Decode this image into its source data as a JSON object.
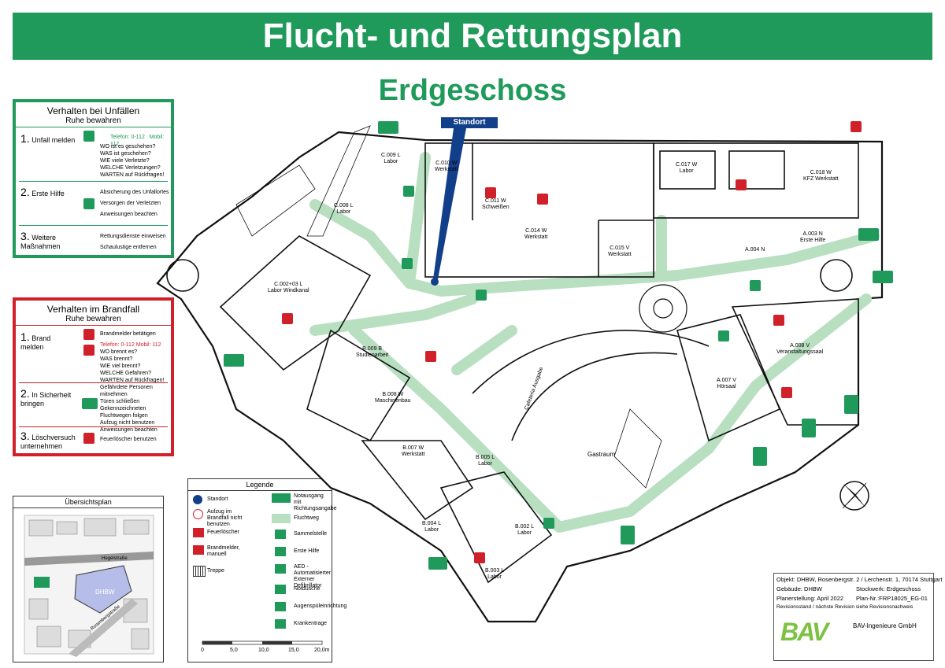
{
  "title": "Flucht- und Rettungsplan",
  "subtitle": "Erdgeschoss",
  "standort_label": "Standort",
  "unfaelle": {
    "title": "Verhalten bei Unfällen",
    "subtitle": "Ruhe bewahren",
    "step1_label": "Unfall melden",
    "step1_num": "1.",
    "phone_line": "Telefon: 0-112",
    "mobile_line": "Mobil: 112",
    "questions": [
      "WO ist es geschehen?",
      "WAS ist geschehen?",
      "WIE viele Verletzte?",
      "WELCHE Verletzungen?",
      "WARTEN auf Rückfragen!"
    ],
    "step2_num": "2.",
    "step2_label": "Erste Hilfe",
    "step2_lines": [
      "Absicherung des Unfallortes",
      "Versorgen der Verletzten",
      "Anweisungen beachten"
    ],
    "step3_num": "3.",
    "step3_label": "Weitere Maßnahmen",
    "step3_lines": [
      "Rettungsdienste einweisen",
      "Schaulustige entfernen"
    ]
  },
  "brandfall": {
    "title": "Verhalten im Brandfall",
    "subtitle": "Ruhe bewahren",
    "step1_num": "1.",
    "step1_label": "Brand melden",
    "step1_a": "Brandmelder betätigen",
    "phone_line": "Telefon: 0-112",
    "mobile_line": "Mobil: 112",
    "questions": [
      "WO brennt es?",
      "WAS brennt?",
      "WIE viel brennt?",
      "WELCHE Gefahren?",
      "WARTEN auf Rückfragen!"
    ],
    "step2_num": "2.",
    "step2_label": "In Sicherheit bringen",
    "step2_lines": [
      "Gefährdete Personen mitnehmen",
      "Türen schließen",
      "Gekennzeichneten",
      "Fluchtwegen folgen",
      "Aufzug nicht benutzen",
      "Anweisungen beachten"
    ],
    "step3_num": "3.",
    "step3_label": "Löschversuch unternehmen",
    "step3_lines": [
      "Feuerlöscher benutzen"
    ]
  },
  "overview": {
    "title": "Übersichtsplan",
    "dhbw": "DHBW",
    "street1": "Hegelstraße",
    "street2": "Rosenbergstraße"
  },
  "legend": {
    "title": "Legende",
    "items": [
      "Standort",
      "Aufzug im Brandfall nicht benutzen",
      "Feuerlöscher",
      "Brandmelder, manuell",
      "Treppe",
      "Notausgang mit Richtungsangabe",
      "Fluchtweg",
      "Sammelstelle",
      "Erste Hilfe",
      "AED - Automatisierter Externer Defibrillator",
      "Notdusche",
      "Augenspüleinrichtung",
      "Krankentrage"
    ],
    "scale": [
      "0",
      "5,0",
      "10,0",
      "15,0",
      "20,0m"
    ]
  },
  "info": {
    "objekt": "Objekt: DHBW, Rosenbergstr. 2 / Lerchenstr. 1, 70174 Stuttgart",
    "gebaeude": "Gebäude: DHBW",
    "stockwerk": "Stockwerk: Erdgeschoss",
    "planerstellung": "Planerstellung: April 2022",
    "plan_nr": "Plan-Nr.:FRP18025_EG-01",
    "revision": "Revisionsstand / nächste Revision siehe Revisionsnachweis",
    "company": "BAV-Ingenieure GmbH",
    "logo": "BAV"
  },
  "rooms": [
    {
      "id": "C.008 L",
      "sub": "Labor"
    },
    {
      "id": "C.010 W",
      "sub": "Werkstatt"
    },
    {
      "id": "C.011 W",
      "sub": "Schweißen"
    },
    {
      "id": "C.014 W",
      "sub": "Werkstatt"
    },
    {
      "id": "C.015 V",
      "sub": "Werkstatt"
    },
    {
      "id": "C.017 W",
      "sub": "Labor"
    },
    {
      "id": "C.018 W",
      "sub": "KFZ Werkstatt"
    },
    {
      "id": "C.009 L",
      "sub": "Labor"
    },
    {
      "id": "C.002+03 L",
      "sub": "Labor Windkanal"
    },
    {
      "id": "B.009 B",
      "sub": "Studienarbeit"
    },
    {
      "id": "B.008 W",
      "sub": "Maschinenbau"
    },
    {
      "id": "B.007 W",
      "sub": "Werkstatt"
    },
    {
      "id": "B.005 L",
      "sub": "Labor"
    },
    {
      "id": "B.004 L",
      "sub": "Labor"
    },
    {
      "id": "B.002 L",
      "sub": "Labor"
    },
    {
      "id": "B.003 L",
      "sub": "Labor"
    },
    {
      "id": "A.007 V",
      "sub": "Hörsaal"
    },
    {
      "id": "A.008 V",
      "sub": "Veranstaltungssaal"
    },
    {
      "id": "A.003 N",
      "sub": "Erste Hilfe"
    },
    {
      "id": "A.004 N",
      "sub": ""
    },
    {
      "id": "Gastraum",
      "sub": ""
    },
    {
      "id": "Cafeteria Ausgabe",
      "sub": ""
    }
  ],
  "colors": {
    "green": "#1f9a5a",
    "red": "#d0212b",
    "path": "#b9dfc1",
    "blue": "#123f8a"
  }
}
